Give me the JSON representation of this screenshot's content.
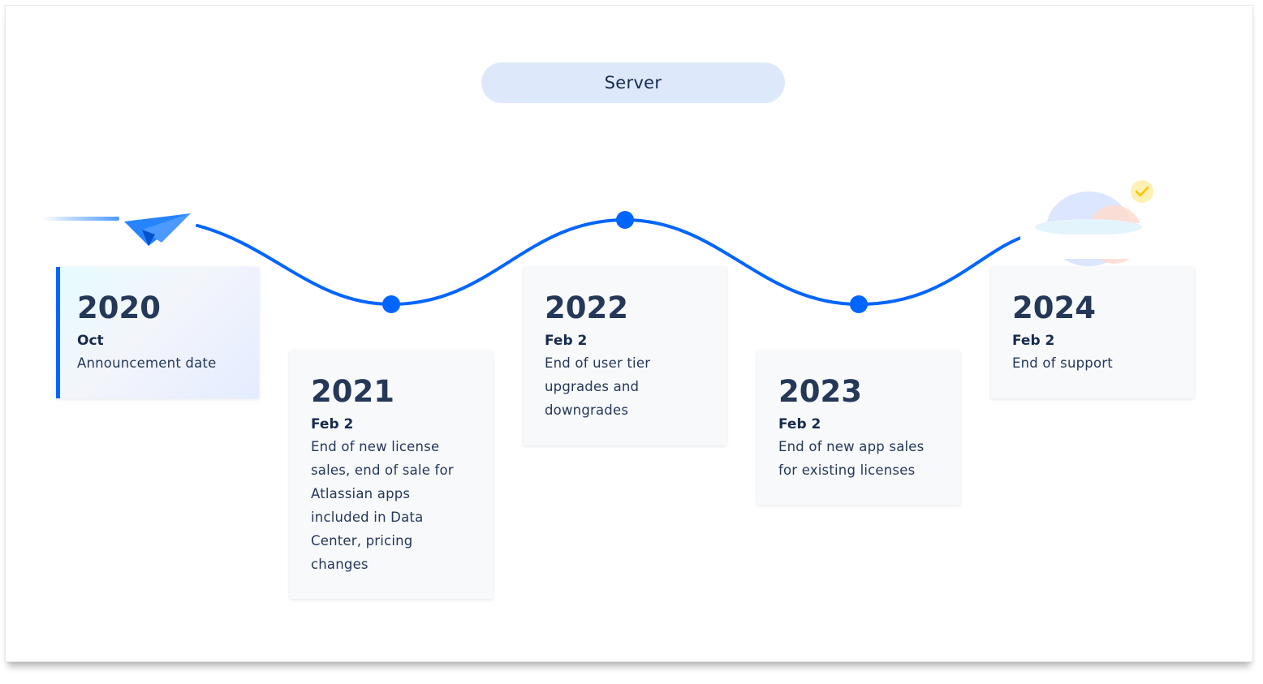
{
  "timeline": {
    "title": "Server",
    "milestones": [
      {
        "year": "2020",
        "date": "Oct",
        "description": "Announcement date"
      },
      {
        "year": "2021",
        "date": "Feb 2",
        "description": "End of new license sales, end of sale for Atlassian apps included in Data Center, pricing changes"
      },
      {
        "year": "2022",
        "date": "Feb 2",
        "description": "End of user tier upgrades and downgrades"
      },
      {
        "year": "2023",
        "date": "Feb 2",
        "description": "End of new app sales for existing licenses"
      },
      {
        "year": "2024",
        "date": "Feb 2",
        "description": "End of support"
      }
    ],
    "colors": {
      "accent": "#0065ff",
      "pill": "#dde9fb",
      "text": "#172b4d",
      "check": "#ffd666"
    },
    "icons": [
      "paper-plane-icon",
      "cloud-icon",
      "check-icon"
    ]
  }
}
